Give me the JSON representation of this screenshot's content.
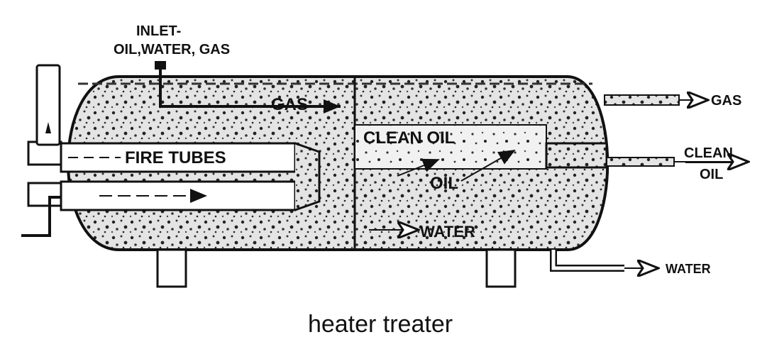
{
  "labels": {
    "inlet_line1": "INLET-",
    "inlet_line2": "OIL,WATER, GAS",
    "gas_zone": "GAS",
    "clean_oil_zone": "CLEAN OIL",
    "fire_tubes": "FIRE TUBES",
    "oil_zone": "OIL",
    "water_zone": "WATER",
    "gas_outlet": "GAS",
    "clean_oil_outlet_line1": "CLEAN",
    "clean_oil_outlet_line2": "OIL",
    "water_outlet": "WATER"
  },
  "caption": "heater treater",
  "colors": {
    "ink": "#111111",
    "background": "#ffffff"
  }
}
